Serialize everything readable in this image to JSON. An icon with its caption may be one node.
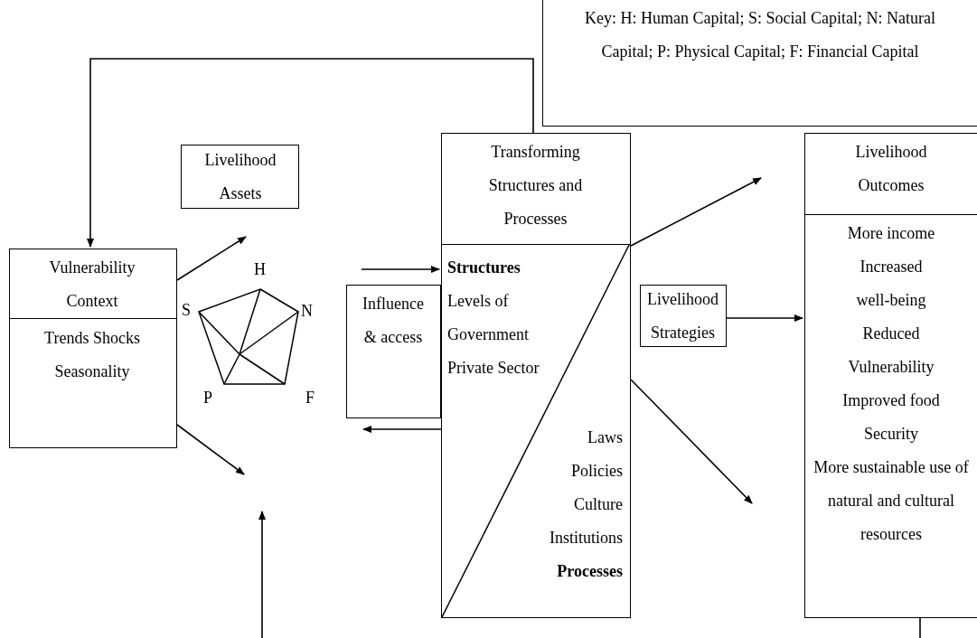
{
  "diagram": {
    "nodes": [
      {
        "text": [
          "Key: H: Human Capital; S: Social Capital; N: Natural Capital; P: Physical Capital; F: Financial Capital"
        ]
      },
      {
        "text": [
          "Vulnerability Context",
          "Trends Shocks Seasonality"
        ]
      },
      {
        "text": [
          "Livelihood Assets"
        ]
      },
      {
        "text": [],
        "shape": "pentagon",
        "beside": [
          "H",
          "S",
          "N",
          "P",
          "F"
        ]
      },
      {
        "text": [
          "Influence & access"
        ]
      },
      {
        "text": [
          "Transforming Structures and Processes",
          "**Structures** Levels of Government Private Sector",
          "Laws Policies Culture Institutions **Processes**"
        ]
      },
      {
        "text": [
          "Livelihood Strategies"
        ]
      },
      {
        "text": [
          "Livelihood Outcomes",
          "More income",
          "Increased well-being",
          "Reduced Vulnerability",
          "Improved food Security",
          "More sustainable use of natural and cultural resources"
        ]
      }
    ],
    "edges": [
      {
        "from": 5,
        "to": 1,
        "arrow": "to"
      },
      {
        "from": 1,
        "to": 2,
        "arrow": "to"
      },
      {
        "from": 1,
        "to": null,
        "arrow": "to"
      },
      {
        "from": 7,
        "to": null,
        "arrow": "to"
      },
      {
        "from": null,
        "to": 5,
        "arrow": "to"
      },
      {
        "from": 5,
        "to": 4,
        "arrow": "to"
      },
      {
        "from": 5,
        "to": null,
        "arrow": "to"
      },
      {
        "from": 5,
        "to": null,
        "arrow": "to"
      },
      {
        "from": 6,
        "to": 7,
        "arrow": "to"
      }
    ]
  }
}
